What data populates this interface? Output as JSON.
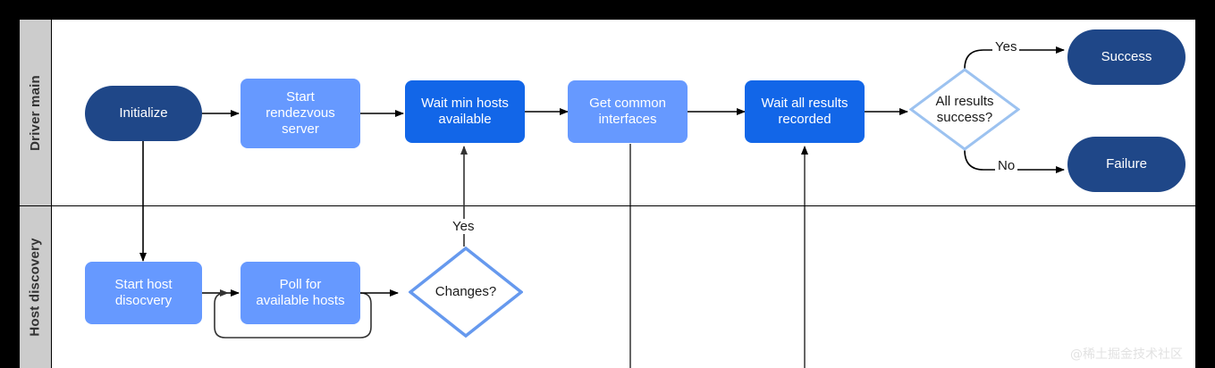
{
  "diagram": {
    "title": "Driver main / Host discovery flowchart",
    "colors": {
      "navy": "#1f4788",
      "blue_strong": "#1266e8",
      "blue_light": "#6699ff",
      "diamond_stroke_light": "#9cc2f0",
      "diamond_stroke_blue": "#6699ee",
      "lane_header_bg": "#cccccc",
      "frame": "#000000",
      "connector": "#000000"
    },
    "lanes": [
      {
        "id": "driver-main",
        "label": "Driver main"
      },
      {
        "id": "host-discovery",
        "label": "Host discovery"
      }
    ],
    "nodes": [
      {
        "id": "initialize",
        "label": "Initialize",
        "shape": "pill",
        "style": "navy",
        "lane": "driver-main"
      },
      {
        "id": "start-rendezvous",
        "label": "Start\nrendezvous\nserver",
        "shape": "rect",
        "style": "blue_light",
        "lane": "driver-main"
      },
      {
        "id": "wait-min-hosts",
        "label": "Wait min hosts\navailable",
        "shape": "rect",
        "style": "blue_strong",
        "lane": "driver-main"
      },
      {
        "id": "get-common",
        "label": "Get common\ninterfaces",
        "shape": "rect",
        "style": "blue_light",
        "lane": "driver-main"
      },
      {
        "id": "wait-all-results",
        "label": "Wait all results\nrecorded",
        "shape": "rect",
        "style": "blue_strong",
        "lane": "driver-main"
      },
      {
        "id": "all-results-success",
        "label": "All results\nsuccess?",
        "shape": "diamond",
        "style": "outline",
        "lane": "driver-main"
      },
      {
        "id": "success",
        "label": "Success",
        "shape": "pill",
        "style": "navy",
        "lane": "driver-main"
      },
      {
        "id": "failure",
        "label": "Failure",
        "shape": "pill",
        "style": "navy",
        "lane": "driver-main"
      },
      {
        "id": "start-host-discovery",
        "label": "Start host\ndisocvery",
        "shape": "rect",
        "style": "blue_light",
        "lane": "host-discovery"
      },
      {
        "id": "poll-available",
        "label": "Poll for\navailable hosts",
        "shape": "rect",
        "style": "blue_light",
        "lane": "host-discovery"
      },
      {
        "id": "changes",
        "label": "Changes?",
        "shape": "diamond",
        "style": "outline",
        "lane": "host-discovery"
      }
    ],
    "edges": [
      {
        "from": "initialize",
        "to": "start-rendezvous",
        "label": ""
      },
      {
        "from": "start-rendezvous",
        "to": "wait-min-hosts",
        "label": ""
      },
      {
        "from": "wait-min-hosts",
        "to": "get-common",
        "label": ""
      },
      {
        "from": "get-common",
        "to": "wait-all-results",
        "label": ""
      },
      {
        "from": "wait-all-results",
        "to": "all-results-success",
        "label": ""
      },
      {
        "from": "all-results-success",
        "to": "success",
        "label": "Yes"
      },
      {
        "from": "all-results-success",
        "to": "failure",
        "label": "No"
      },
      {
        "from": "initialize",
        "to": "start-host-discovery",
        "label": ""
      },
      {
        "from": "start-host-discovery",
        "to": "poll-available",
        "label": ""
      },
      {
        "from": "poll-available",
        "to": "poll-available",
        "label": ""
      },
      {
        "from": "poll-available",
        "to": "changes",
        "label": ""
      },
      {
        "from": "changes",
        "to": "wait-min-hosts",
        "label": "Yes"
      },
      {
        "from": "get-common",
        "to": "",
        "label": ""
      },
      {
        "from": "",
        "to": "wait-all-results",
        "label": ""
      }
    ],
    "edge_labels": {
      "yes_success": "Yes",
      "no_failure": "No",
      "yes_changes": "Yes"
    },
    "watermark": "@稀土掘金技术社区"
  }
}
